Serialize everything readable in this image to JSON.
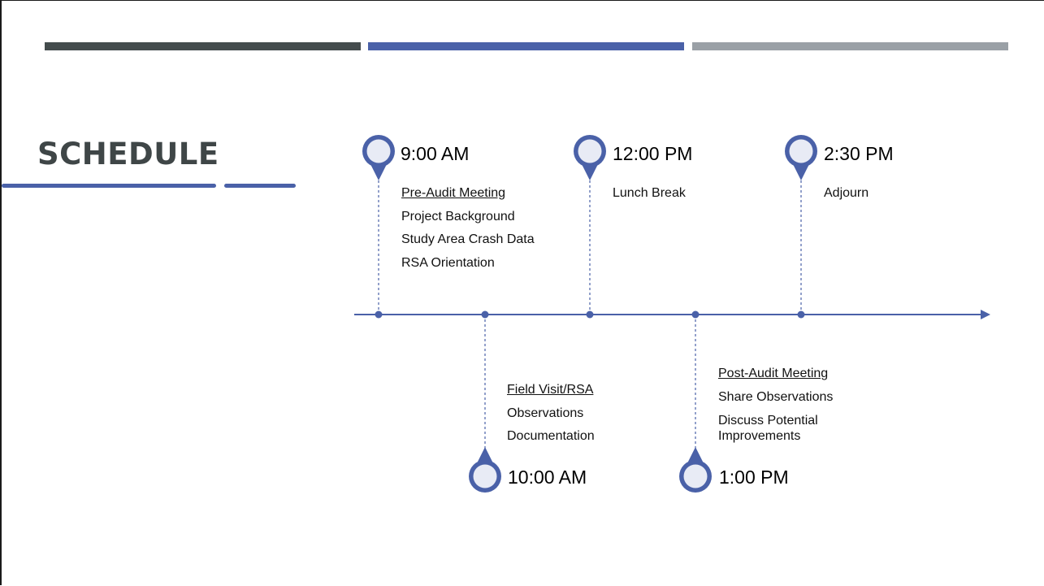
{
  "slide": {
    "title": "SCHEDULE"
  },
  "colors": {
    "bar_dark": "#444c4d",
    "bar_blue": "#4a61a8",
    "bar_gray": "#9aa0a6",
    "accent": "#4a61a8",
    "pin_fill": "#e8ebf5"
  },
  "timeline": {
    "events": [
      {
        "time": "9:00 AM",
        "heading": "Pre-Audit Meeting",
        "items": [
          "Project Background",
          "Study Area Crash Data",
          "RSA Orientation"
        ]
      },
      {
        "time": "10:00 AM",
        "heading": "Field Visit/RSA",
        "items": [
          "Observations",
          "Documentation"
        ]
      },
      {
        "time": "12:00 PM",
        "heading": "",
        "items": [
          "Lunch Break"
        ]
      },
      {
        "time": "1:00 PM",
        "heading": "Post-Audit Meeting",
        "items": [
          "Share Observations",
          "Discuss Potential Improvements"
        ]
      },
      {
        "time": "2:30 PM",
        "heading": "",
        "items": [
          "Adjourn"
        ]
      }
    ]
  }
}
